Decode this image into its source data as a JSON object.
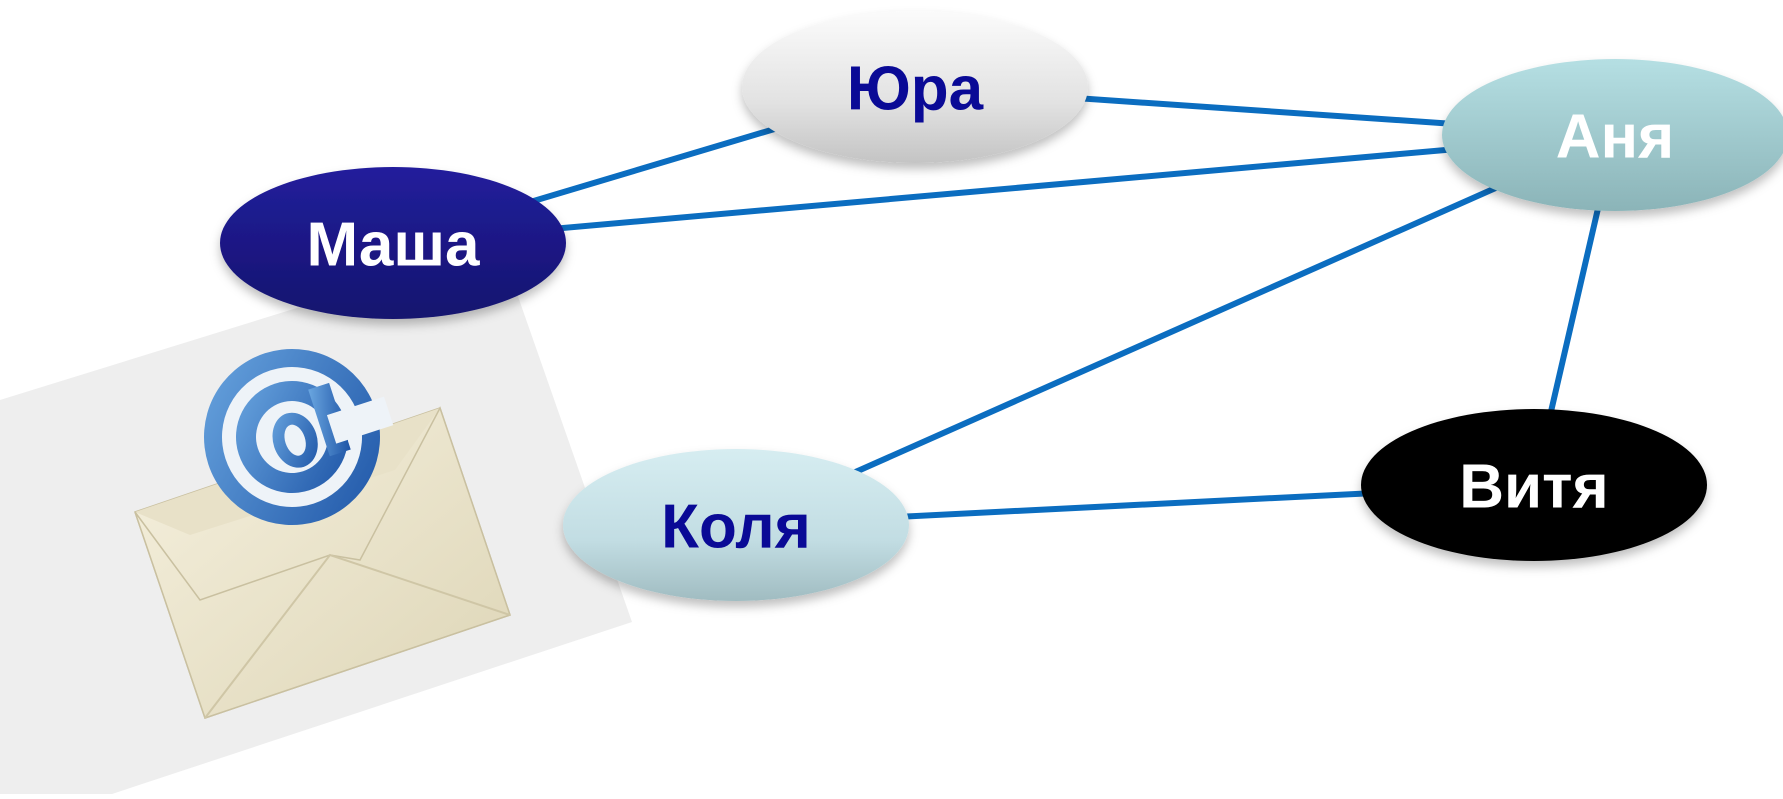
{
  "nodes": [
    {
      "id": "yura",
      "label": "Юра",
      "fill_style": "silver",
      "text_color": "#0a0a96"
    },
    {
      "id": "anya",
      "label": "Аня",
      "fill_style": "teal",
      "text_color": "#ffffff"
    },
    {
      "id": "masha",
      "label": "Маша",
      "fill_style": "navy",
      "text_color": "#ffffff"
    },
    {
      "id": "kolya",
      "label": "Коля",
      "fill_style": "lightblue",
      "text_color": "#0a0a96"
    },
    {
      "id": "vitya",
      "label": "Витя",
      "fill_style": "black",
      "text_color": "#ffffff"
    }
  ],
  "edges": [
    {
      "from": "masha",
      "to": "yura"
    },
    {
      "from": "masha",
      "to": "anya"
    },
    {
      "from": "yura",
      "to": "anya"
    },
    {
      "from": "kolya",
      "to": "anya"
    },
    {
      "from": "anya",
      "to": "vitya"
    },
    {
      "from": "kolya",
      "to": "vitya"
    }
  ],
  "colors": {
    "edge": "#0b6dc0",
    "navy": "#1c1a8e",
    "black": "#000000",
    "accent_text": "#0a0a96"
  },
  "picture": {
    "icon": "email-envelope-at-icon"
  }
}
